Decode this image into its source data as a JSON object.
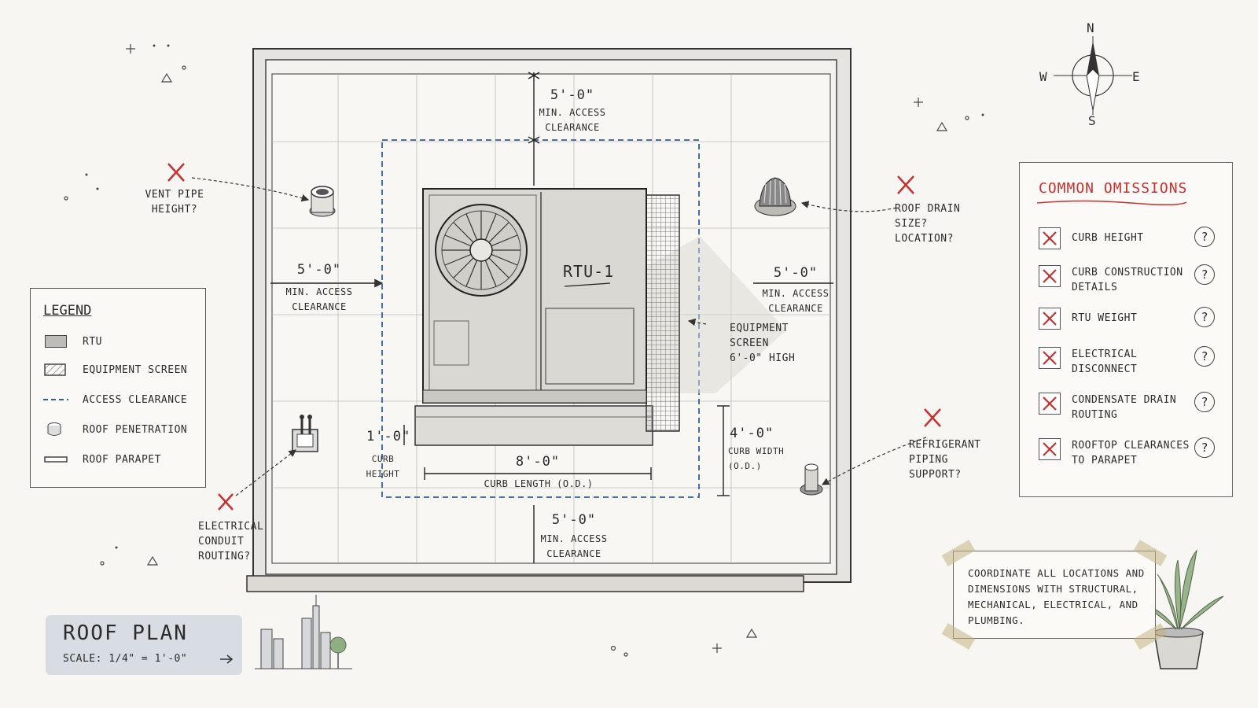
{
  "colors": {
    "accent_red": "#c93030",
    "clearance_blue": "#2f5ea8",
    "ink": "#2b2b2b"
  },
  "compass": {
    "n": "N",
    "s": "S",
    "e": "E",
    "w": "W"
  },
  "unit": {
    "label": "RTU-1"
  },
  "dimensions": {
    "top": {
      "value": "5'-0\"",
      "note": "MIN. ACCESS CLEARANCE"
    },
    "left": {
      "value": "5'-0\"",
      "note": "MIN. ACCESS CLEARANCE"
    },
    "right": {
      "value": "5'-0\"",
      "note": "MIN. ACCESS CLEARANCE"
    },
    "bottom": {
      "value": "5'-0\"",
      "note": "MIN. ACCESS CLEARANCE"
    },
    "curb_height": {
      "value": "1'-0\"",
      "note": "CURB HEIGHT"
    },
    "curb_length": {
      "value": "8'-0\"",
      "note": "CURB LENGTH (O.D.)"
    },
    "curb_width": {
      "value": "4'-0\"",
      "note": "CURB WIDTH (O.D.)"
    }
  },
  "callouts": {
    "vent_pipe": "VENT PIPE HEIGHT?",
    "roof_drain": "ROOF DRAIN SIZE? LOCATION?",
    "equipment_screen": "EQUIPMENT SCREEN 6'-0\" HIGH",
    "refrigerant": "REFRIGERANT PIPING SUPPORT?",
    "electrical_conduit": "ELECTRICAL CONDUIT ROUTING?"
  },
  "legend": {
    "title": "LEGEND",
    "items": [
      {
        "label": "RTU",
        "icon": "rtu-symbol"
      },
      {
        "label": "EQUIPMENT SCREEN",
        "icon": "hatch-symbol"
      },
      {
        "label": "ACCESS CLEARANCE",
        "icon": "dashed-line-symbol"
      },
      {
        "label": "ROOF PENETRATION",
        "icon": "cylinder-symbol"
      },
      {
        "label": "ROOF PARAPET",
        "icon": "parapet-symbol"
      }
    ]
  },
  "omissions": {
    "title": "COMMON OMISSIONS",
    "items": [
      {
        "label": "CURB HEIGHT"
      },
      {
        "label": "CURB CONSTRUCTION DETAILS"
      },
      {
        "label": "RTU WEIGHT"
      },
      {
        "label": "ELECTRICAL DISCONNECT"
      },
      {
        "label": "CONDENSATE DRAIN ROUTING"
      },
      {
        "label": "ROOFTOP CLEARANCES TO PARAPET"
      }
    ],
    "mark": "X",
    "query": "?"
  },
  "note": {
    "text": "COORDINATE ALL LOCATIONS AND DIMENSIONS WITH STRUCTURAL, MECHANICAL, ELECTRICAL, AND PLUMBING."
  },
  "title_block": {
    "title": "ROOF PLAN",
    "scale": "SCALE: 1/4\" = 1'-0\""
  }
}
